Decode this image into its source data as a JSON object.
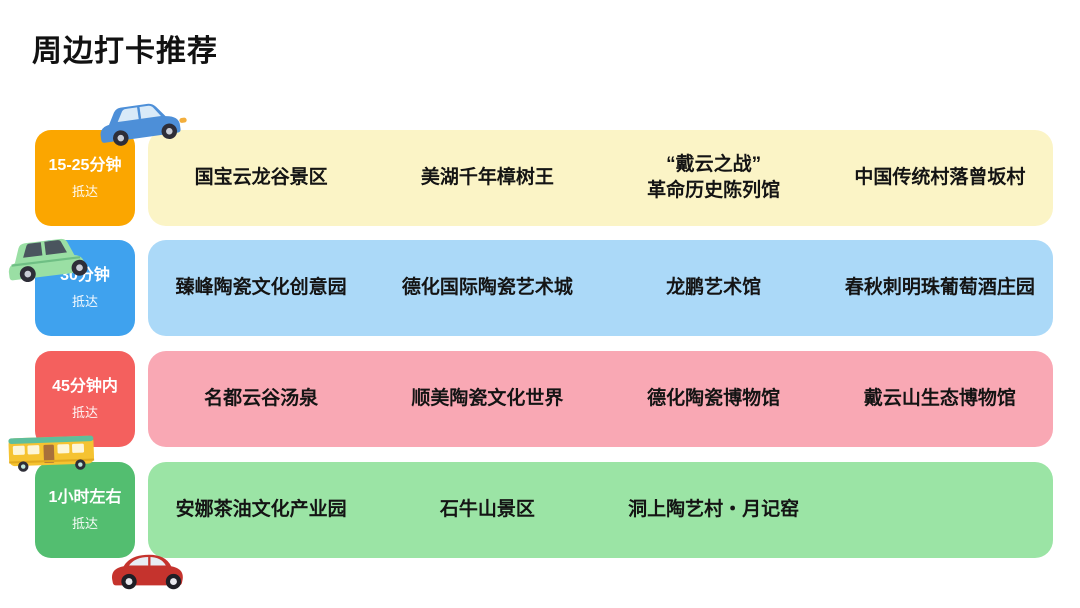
{
  "page": {
    "title": "周边打卡推荐",
    "background": "#ffffff"
  },
  "rows": [
    {
      "time": "15-25分钟",
      "arrive_label": "抵达",
      "tile_color": "#FBA600",
      "band_color": "#FBF4C6",
      "vehicle_icon": "blue-suv-icon",
      "items": [
        "国宝云龙谷景区",
        "美湖千年樟树王",
        "“戴云之战”\n革命历史陈列馆",
        "中国传统村落曾坂村"
      ]
    },
    {
      "time": "30分钟",
      "arrive_label": "抵达",
      "tile_color": "#3FA2EE",
      "band_color": "#ABD9F8",
      "vehicle_icon": "green-car-icon",
      "items": [
        "臻峰陶瓷文化创意园",
        "德化国际陶瓷艺术城",
        "龙鹏艺术馆",
        "春秋刺明珠葡萄酒庄园"
      ]
    },
    {
      "time": "45分钟内",
      "arrive_label": "抵达",
      "tile_color": "#F4605E",
      "band_color": "#F9A8B4",
      "vehicle_icon": "yellow-bus-icon",
      "items": [
        "名都云谷汤泉",
        "顺美陶瓷文化世界",
        "德化陶瓷博物馆",
        "戴云山生态博物馆"
      ]
    },
    {
      "time": "1小时左右",
      "arrive_label": "抵达",
      "tile_color": "#53BE70",
      "band_color": "#9BE4A5",
      "vehicle_icon": "red-car-icon",
      "items": [
        "安娜茶油文化产业园",
        "石牛山景区",
        "洞上陶艺村・月记窑"
      ]
    }
  ]
}
